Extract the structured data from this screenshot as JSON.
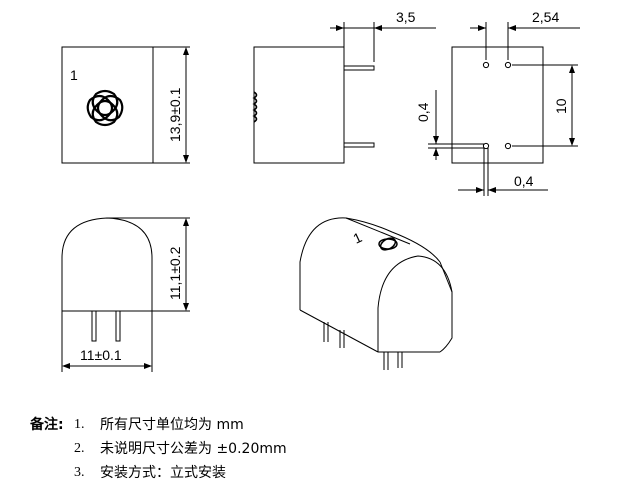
{
  "dimensions": {
    "pin_offset": "3,5",
    "pin_pitch_x": "2,54",
    "body_height": "13,9±0.1",
    "pin_diameter_left": "0,4",
    "pin_spacing_y": "10",
    "pin_diameter_bottom": "0,4",
    "height_with_dome": "11,1±0.2",
    "width": "11±0.1"
  },
  "front_marking": "1",
  "iso_marking": "1",
  "notes": {
    "label": "备注:",
    "items": [
      {
        "num": "1.",
        "text": "所有尺寸单位均为 mm"
      },
      {
        "num": "2.",
        "text": "未说明尺寸公差为 ±0.20mm"
      },
      {
        "num": "3.",
        "text": "安装方式：立式安装"
      }
    ]
  },
  "icons": {
    "logo": "celtic-knot-logo-icon"
  }
}
